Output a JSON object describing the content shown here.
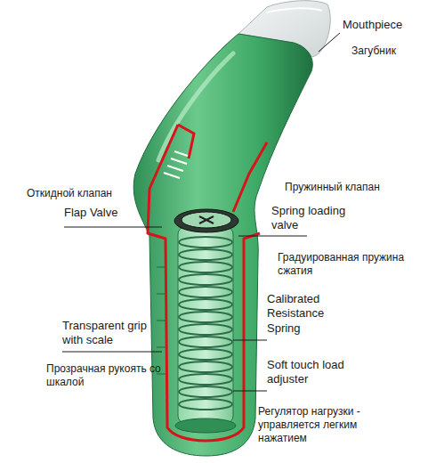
{
  "diagram": {
    "labels": [
      "Mouthpiece",
      "Загубник",
      "Откидной клапан",
      "Flap Valve",
      "Пружинный клапан",
      "Spring loading valve",
      "Градуированная пружина сжатия",
      "Calibrated Resistance Spring",
      "Transparent grip with scale",
      "Прозрачная рукоять со шкалой",
      "Soft touch load adjuster",
      "Регулятор нагрузки - управляется легким нажатием"
    ]
  }
}
